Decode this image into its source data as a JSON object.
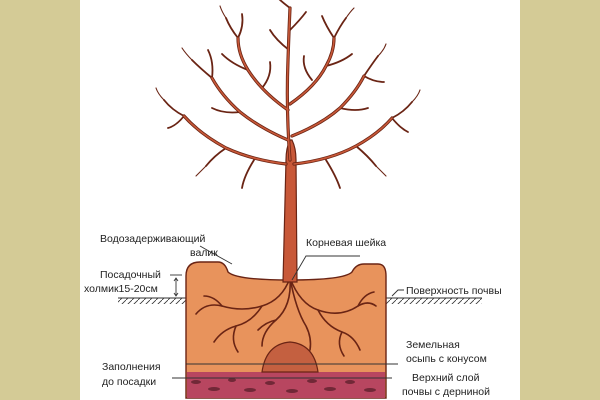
{
  "colors": {
    "background": "#d4cb96",
    "panel": "#ffffff",
    "tree": "#c85838",
    "tree_outline": "#6a2414",
    "soil": "#e8935c",
    "topsoil": "#b84660",
    "mound": "#c46040",
    "line": "#333333"
  },
  "labels": {
    "water_ridge_1": "Водозадерживающий",
    "water_ridge_2": "валик",
    "root_collar": "Корневая шейка",
    "planting_mound_1": "Посадочный",
    "planting_mound_2": "холмик15-20см",
    "soil_surface": "Поверхность почвы",
    "earth_cone_1": "Земельная",
    "earth_cone_2": "осыпь с конусом",
    "fill_1": "Заполнения",
    "fill_2": "до посадки",
    "topsoil_1": "Верхний слой",
    "topsoil_2": "почвы с дерниной"
  }
}
